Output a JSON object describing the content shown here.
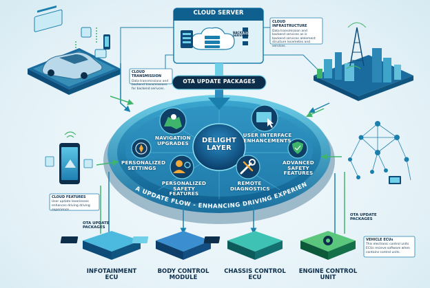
{
  "cloud": {
    "title": "CLOUD SERVER",
    "services_label": "BACKEND\nSERVICES"
  },
  "notes": {
    "cloud_infrastructure": {
      "title": "CLOUD INFRASTRUCTURE",
      "text": "Data transmission and backend services as is backend services alelement structure locemetes and services."
    },
    "cloud_transmission": {
      "title": "CLOUD TRANSMISSION",
      "text": "Data transmissions and backend transmissions for backend serivces."
    },
    "cloud_features": {
      "title": "CLOUD FEATURES",
      "text": "User update lexeriesses enhances driving driving experience."
    },
    "vehicle_ecus": {
      "title": "VEHICLE ECUs",
      "text": "This electronic control units ECUs recieve software when contains control units."
    }
  },
  "ota_banner": "OTA UPDATE PACKAGES",
  "hub": {
    "center": "DELIGHT\nLAYER",
    "features": [
      {
        "id": "nav",
        "label": "NAVIGATION\nUPGRADES",
        "icon": "map-icon"
      },
      {
        "id": "ui",
        "label": "USER INTERFACE\nENHANCEMENTS",
        "icon": "cursor-screen-icon"
      },
      {
        "id": "personal",
        "label": "PERSONALIZED\nSETTINGS",
        "icon": "compass-icon"
      },
      {
        "id": "adv",
        "label": "ADVANCED\nSAFETY\nFEATURES",
        "icon": "shield-icon"
      },
      {
        "id": "psafety",
        "label": "PERSONALIZED\nSAFETY FEATURES",
        "icon": "person-gear-icon"
      },
      {
        "id": "remote",
        "label": "REMOTE\nDIAGNOSTICS",
        "icon": "wrench-icon"
      }
    ]
  },
  "flow_text": "OTA UPDATE FLOW - ENHANCING DRIVING EXPERIENCE",
  "left_ota": "OTA UPDATE\nPACKAGES",
  "right_ota": "OTA UPDATE\nPACKAGES",
  "ecus": [
    {
      "label": "INFOTAINMENT\nECU",
      "color": "#1b8fb8"
    },
    {
      "label": "BODY CONTROL\nMODULE",
      "color": "#1f6fb0"
    },
    {
      "label": "CHASSIS CONTROL\nECU",
      "color": "#1aa39a"
    },
    {
      "label": "ENGINE CONTROL\nUNIT",
      "color": "#27a35a"
    }
  ],
  "colors": {
    "accent": "#1b8fb8",
    "dark": "#0d2e4a",
    "green": "#3fb56b",
    "hub": "#1e7fae"
  }
}
